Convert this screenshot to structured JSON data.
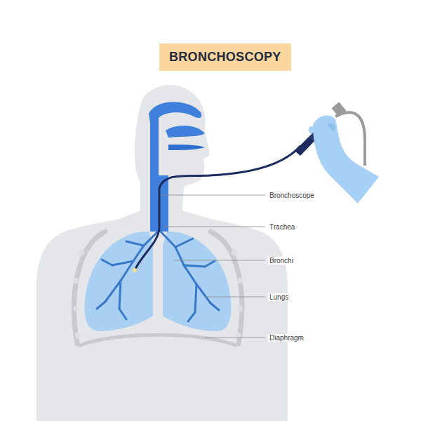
{
  "diagram": {
    "title": "BRONCHOSCOPY",
    "labels": [
      "Bronchoscope",
      "Trachea",
      "Bronchi",
      "Lungs",
      "Diaphragm"
    ]
  }
}
